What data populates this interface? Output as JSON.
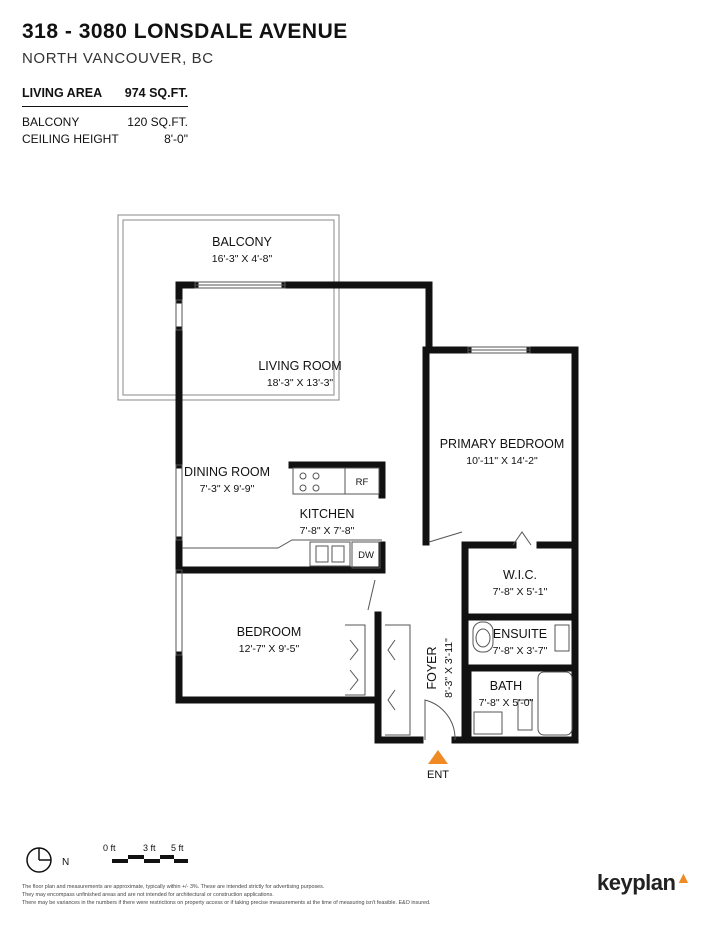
{
  "header": {
    "address": "318 - 3080 LONSDALE AVENUE",
    "city": "NORTH VANCOUVER, BC"
  },
  "stats": {
    "living_label": "LIVING AREA",
    "living_value": "974 SQ.FT.",
    "balcony_label": "BALCONY",
    "balcony_value": "120 SQ.FT.",
    "ceiling_label": "CEILING HEIGHT",
    "ceiling_value": "8'-0\""
  },
  "rooms": {
    "balcony": {
      "name": "BALCONY",
      "dims": "16'-3\"  X  4'-8\""
    },
    "living": {
      "name": "LIVING ROOM",
      "dims": "18'-3\"  X  13'-3\""
    },
    "primary": {
      "name": "PRIMARY BEDROOM",
      "dims": "10'-11\"  X  14'-2\""
    },
    "dining": {
      "name": "DINING ROOM",
      "dims": "7'-3\"  X  9'-9\""
    },
    "kitchen": {
      "name": "KITCHEN",
      "dims": "7'-8\"  X  7'-8\""
    },
    "wic": {
      "name": "W.I.C.",
      "dims": "7'-8\"  X  5'-1\""
    },
    "bedroom": {
      "name": "BEDROOM",
      "dims": "12'-7\"  X  9'-5\""
    },
    "ensuite": {
      "name": "ENSUITE",
      "dims": "7'-8\"  X  3'-7\""
    },
    "foyer": {
      "name": "FOYER",
      "dims": "8'-3\"  X  3'-11\""
    },
    "bath": {
      "name": "BATH",
      "dims": "7'-8\"  X  5'-0\""
    }
  },
  "appliances": {
    "fridge": "RF",
    "dishwasher": "DW"
  },
  "entry_label": "ENT",
  "compass_label": "N",
  "scale": {
    "zero": "0 ft",
    "three": "3 ft",
    "five": "5 ft"
  },
  "disclaimer": [
    "The floor plan and measurements are approximate, typically within +/- 3%. These are intended strictly for advertising purposes.",
    "They may encompass unfinished areas and are not intended for architectural or construction applications.",
    "There may be variances in the numbers if there were restrictions on property access or if taking precise measurements at the time of measuring isn't feasible. E&O insured."
  ],
  "brand": "keyplan",
  "colors": {
    "wall": "#111111",
    "entry_arrow": "#f08a24",
    "fixture": "#888888"
  }
}
